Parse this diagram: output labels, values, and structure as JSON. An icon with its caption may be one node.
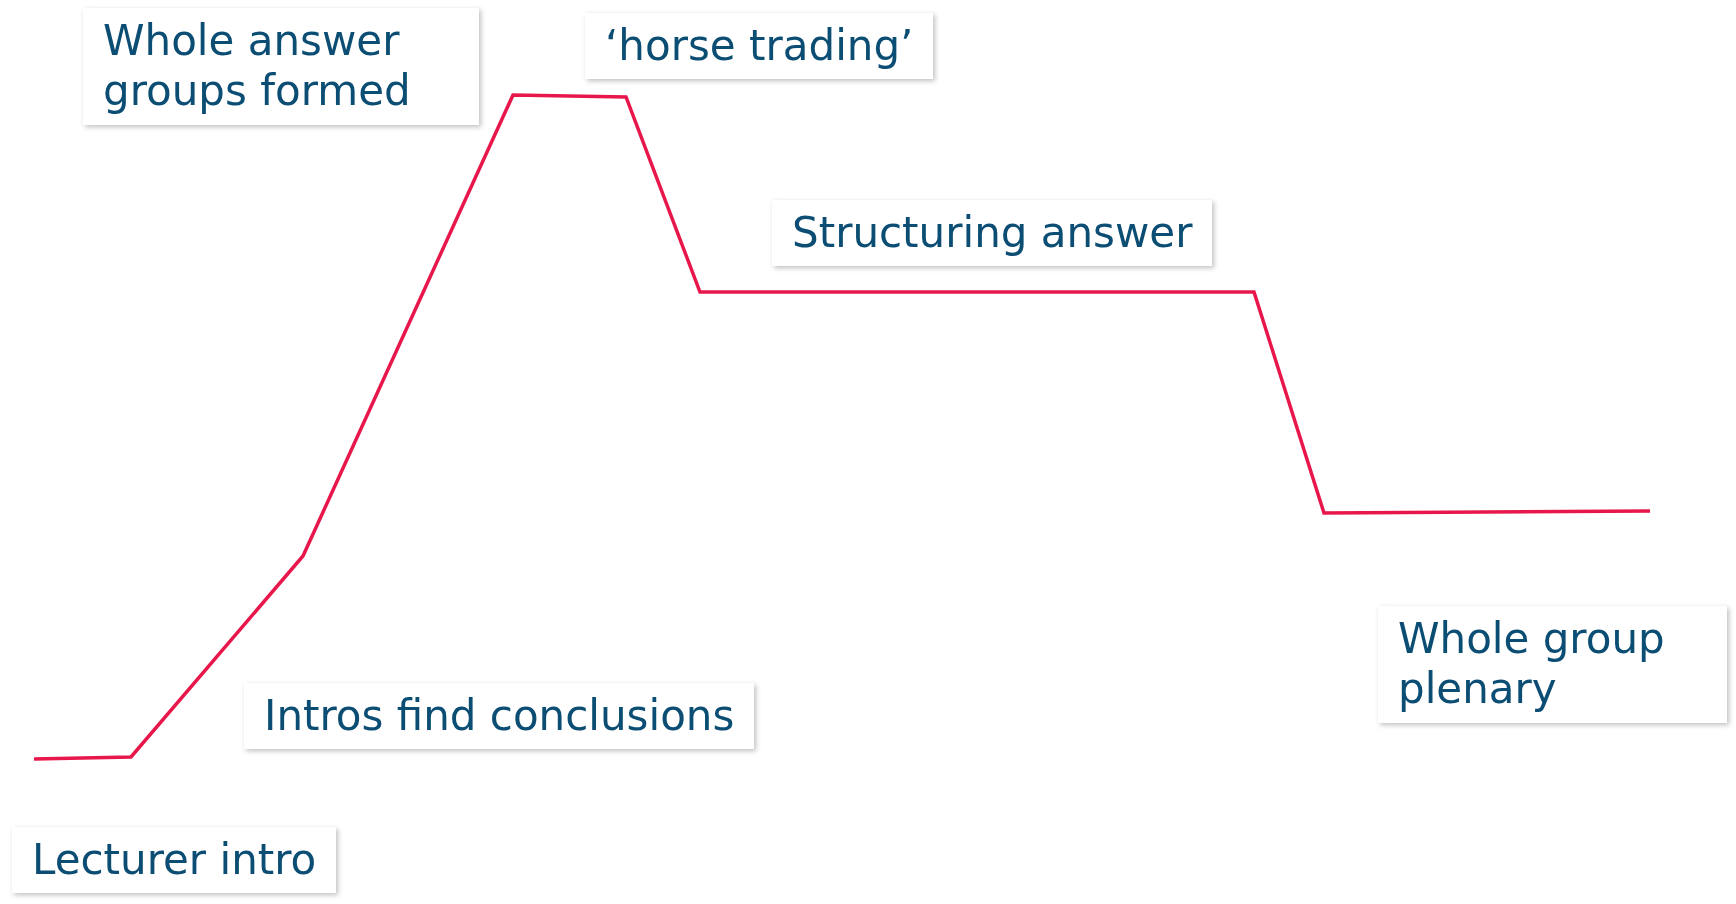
{
  "diagram": {
    "nodes": [
      {
        "text": [
          "Whole answer groups formed"
        ]
      },
      {
        "text": [
          "‘horse trading’"
        ]
      },
      {
        "text": [
          "Structuring answer"
        ]
      },
      {
        "text": [
          "Intros find conclusions"
        ]
      },
      {
        "text": [
          "Lecturer intro"
        ]
      },
      {
        "text": [
          "Whole group plenary"
        ]
      }
    ]
  }
}
